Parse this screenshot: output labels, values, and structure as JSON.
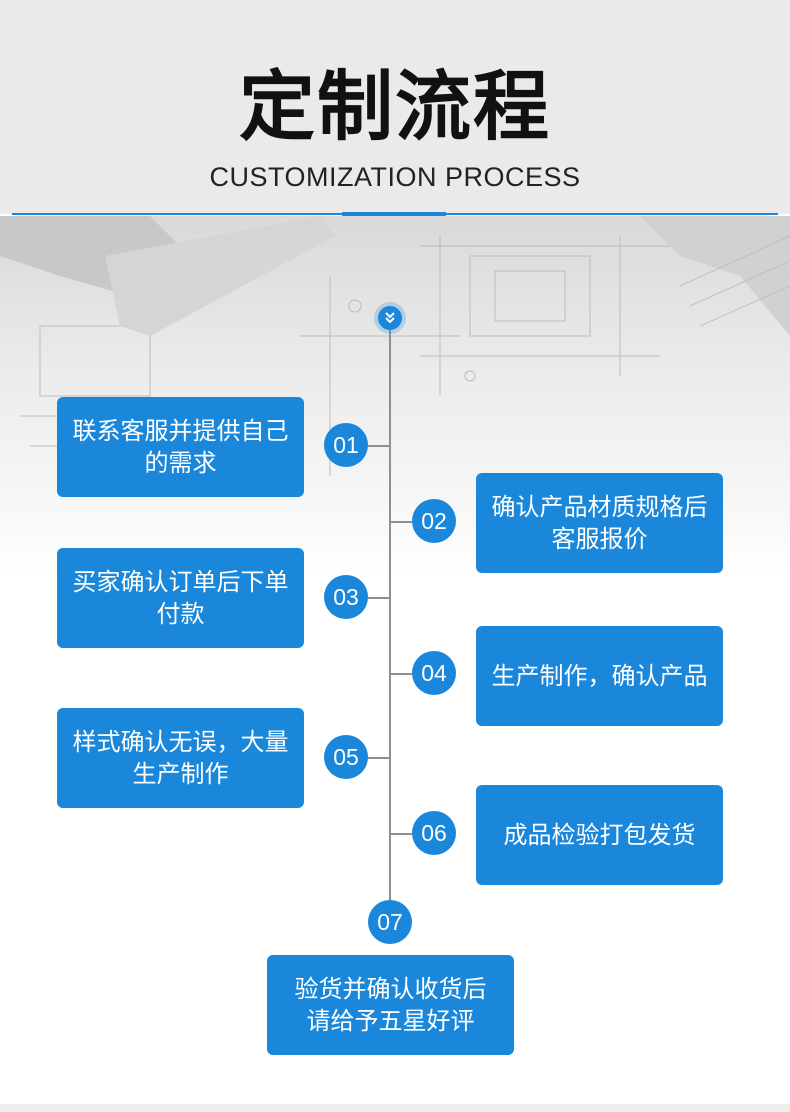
{
  "header": {
    "title": "定制流程",
    "subtitle": "CUSTOMIZATION PROCESS"
  },
  "colors": {
    "accent": "#1a87db",
    "header_bg": "#ebe9ea",
    "line": "#8f8f8f"
  },
  "icons": {
    "top_marker": "double-chevron-down-icon",
    "background": "blueprint-photo"
  },
  "steps": [
    {
      "number": "01",
      "text": "联系客服并提供自己的需求"
    },
    {
      "number": "02",
      "text": "确认产品材质规格后客服报价"
    },
    {
      "number": "03",
      "text": "买家确认订单后下单付款"
    },
    {
      "number": "04",
      "text": "生产制作，确认产品"
    },
    {
      "number": "05",
      "text": "样式确认无误，大量生产制作"
    },
    {
      "number": "06",
      "text": "成品检验打包发货"
    },
    {
      "number": "07",
      "text": "验货并确认收货后请给予五星好评"
    }
  ]
}
